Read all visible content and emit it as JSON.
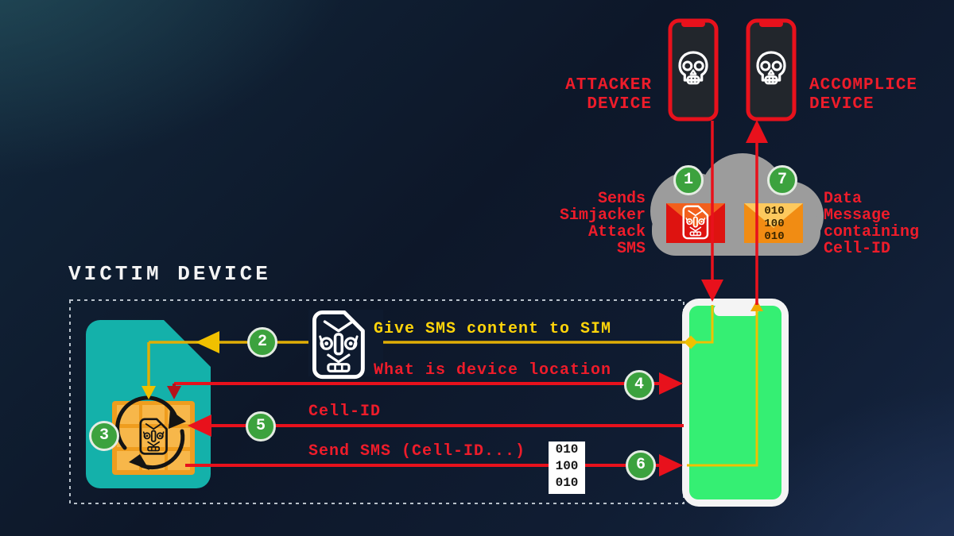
{
  "devices": {
    "victim_label": "VICTIM DEVICE",
    "attacker_label": "ATTACKER\nDEVICE",
    "accomplice_label": "ACCOMPLICE\nDEVICE"
  },
  "cloud": {
    "send_note": "Sends\nSimjacker\nAttack\nSMS",
    "receive_note": "Data\nMessage\ncontaining\nCell-ID",
    "envelope_binary": "010\n100\n010"
  },
  "steps": {
    "s1": "1",
    "s2": "2",
    "s3": "3",
    "s4": "4",
    "s5": "5",
    "s6": "6",
    "s7": "7"
  },
  "flows": {
    "give_sms": "Give SMS content to SIM",
    "location_query": "What is device location",
    "cell_id": "Cell-ID",
    "send_sms": "Send SMS (Cell-ID...)"
  },
  "binary_box": "010\n100\n010",
  "icons": {
    "skull-icon": "skull on attacker and accomplice phone screens",
    "sim-skull-icon": "SIM card with skull (Simjacker malware SMS)",
    "cycle-icon": "circular arrows around SIM chip",
    "envelope-icon": "SMS message envelope",
    "cloud-icon": "mobile network cloud"
  },
  "colors": {
    "red": "#e8111c",
    "yellow_line": "#e0ae06",
    "yellow_text": "#ffd40a",
    "green_step": "#3ca23e",
    "sim_teal": "#14b1aa",
    "chip_orange": "#ef9d1e",
    "screen_green": "#35ef73",
    "cloud_gray": "#9c9c9c",
    "background": "#0d1729"
  }
}
